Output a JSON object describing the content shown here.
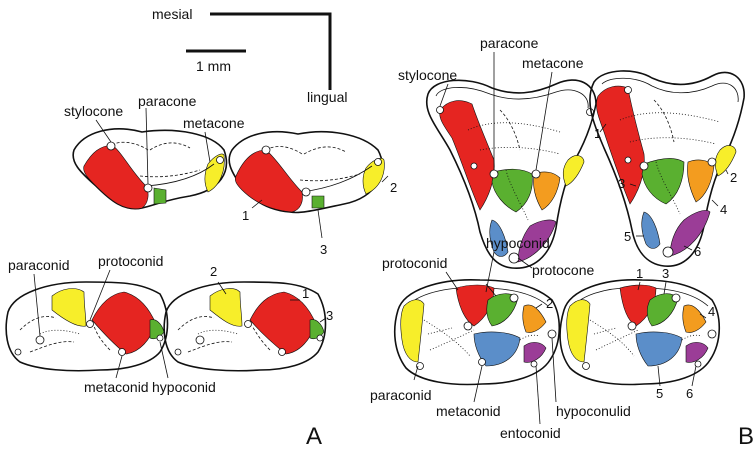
{
  "orientation": {
    "mesial": "mesial",
    "lingual": "lingual"
  },
  "scale_bar": {
    "label": "1 mm"
  },
  "panel_a": {
    "panel_label": "A",
    "upper_labels": {
      "stylocone": "stylocone",
      "paracone": "paracone",
      "metacone": "metacone"
    },
    "upper_numbers": {
      "n1": "1",
      "n2": "2",
      "n3": "3"
    },
    "lower_labels": {
      "paraconid": "paraconid",
      "protoconid": "protoconid",
      "metaconid": "metaconid",
      "hypoconid": "hypoconid"
    },
    "lower_numbers": {
      "n1": "1",
      "n2": "2",
      "n3": "3"
    }
  },
  "panel_b": {
    "panel_label": "B",
    "upper_labels": {
      "stylocone": "stylocone",
      "paracone": "paracone",
      "metacone": "metacone",
      "protocone": "protocone"
    },
    "upper_numbers": {
      "n1": "1",
      "n2": "2",
      "n3": "3",
      "n4": "4",
      "n5": "5",
      "n6": "6"
    },
    "lower_labels": {
      "protoconid": "protoconid",
      "hypoconid": "hypoconid",
      "paraconid": "paraconid",
      "metaconid": "metaconid",
      "entoconid": "entoconid",
      "hypoconulid": "hypoconulid"
    },
    "lower_numbers": {
      "n1": "1",
      "n2": "2",
      "n3": "3",
      "n4": "4",
      "n5": "5",
      "n6": "6"
    }
  },
  "colors": {
    "paracone_protoconid": "#e52521",
    "metacone_area": "#f7ee2a",
    "metacone_b": "#f39c1f",
    "hypocone_green": "#5ab030",
    "protocone_blue": "#5b8ec9",
    "purple": "#9b3d97"
  }
}
